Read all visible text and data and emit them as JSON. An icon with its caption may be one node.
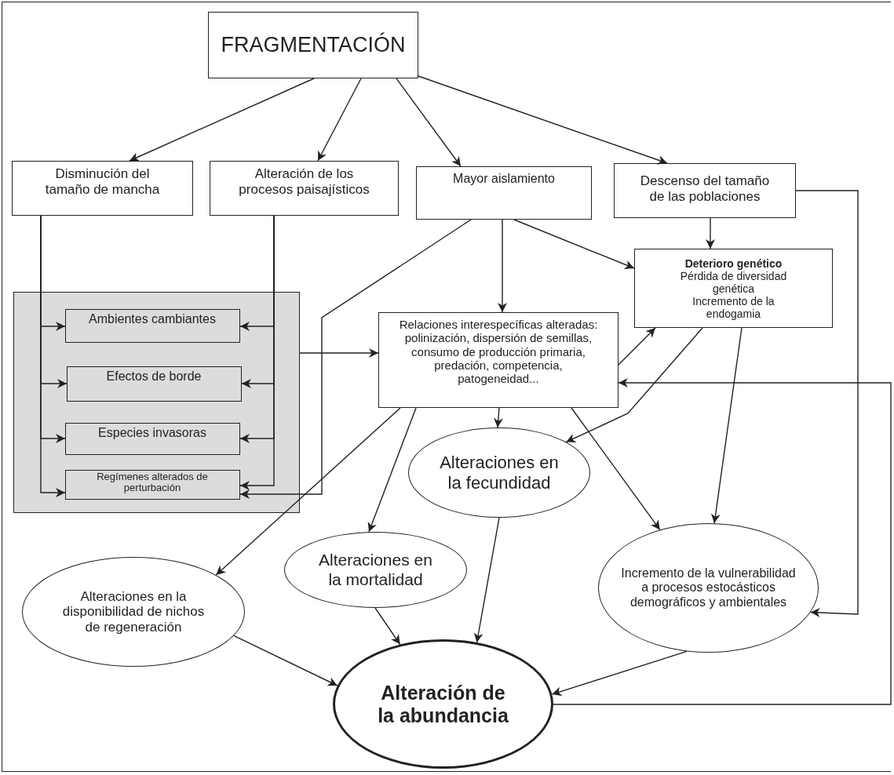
{
  "diagram": {
    "nodes": [
      {
        "text": [
          "FRAGMENTACIÓN"
        ]
      },
      {
        "text": [
          "Disminución del tamaño de mancha"
        ]
      },
      {
        "text": [
          "Alteración de los procesos paisajísticos"
        ]
      },
      {
        "text": [
          "Mayor aislamiento"
        ]
      },
      {
        "text": [
          "Descenso del tamaño de las poblaciones"
        ]
      },
      {
        "text": [],
        "shape": "box"
      },
      {
        "text": [
          "Ambientes cambiantes"
        ],
        "in": 5
      },
      {
        "text": [
          "Efectos de borde"
        ],
        "in": 5
      },
      {
        "text": [
          "Especies invasoras"
        ],
        "in": 5
      },
      {
        "text": [
          "Regímenes alterados de perturbación"
        ],
        "in": 5
      },
      {
        "text": [
          "Relaciones interespecíficas alteradas: polinización, dispersión de semillas, consumo de producción primaria, predación, competencia, patogeneidad..."
        ]
      },
      {
        "text": [
          "Deterioro genético",
          "Pérdida de diversidad genética",
          "Incremento de la endogamia"
        ]
      },
      {
        "text": [
          "Alteraciones en la fecundidad"
        ]
      },
      {
        "text": [
          "Alteraciones en la mortalidad"
        ]
      },
      {
        "text": [
          "Alteraciones en la disponibilidad de nichos de regeneración"
        ]
      },
      {
        "text": [
          "Incremento de la vulnerabilidad a procesos estocásticos demográficos y ambientales"
        ]
      },
      {
        "text": [
          "Alteración de la abundancia"
        ]
      }
    ],
    "edges": [
      {
        "from": 0,
        "to": 1,
        "arrow": "to"
      },
      {
        "from": 0,
        "to": 2,
        "arrow": "to"
      },
      {
        "from": 0,
        "to": 3,
        "arrow": "to"
      },
      {
        "from": 0,
        "to": 4,
        "arrow": "to"
      },
      {
        "from": 1,
        "to": 6,
        "arrow": "to"
      },
      {
        "from": 1,
        "to": 7,
        "arrow": "to"
      },
      {
        "from": 1,
        "to": 8,
        "arrow": "to"
      },
      {
        "from": 1,
        "to": 9,
        "arrow": "to"
      },
      {
        "from": 2,
        "to": 6,
        "arrow": "to"
      },
      {
        "from": 2,
        "to": 7,
        "arrow": "to"
      },
      {
        "from": 2,
        "to": 8,
        "arrow": "to"
      },
      {
        "from": 2,
        "to": 9,
        "arrow": "to"
      },
      {
        "from": 5,
        "to": 10,
        "arrow": "to"
      },
      {
        "from": 3,
        "to": 9,
        "arrow": "to"
      },
      {
        "from": 3,
        "to": 10,
        "arrow": "to"
      },
      {
        "from": 3,
        "to": 11,
        "arrow": "to"
      },
      {
        "from": 4,
        "to": 11,
        "arrow": "to"
      },
      {
        "from": 4,
        "to": 15,
        "arrow": "to"
      },
      {
        "from": 10,
        "to": 11,
        "arrow": "to"
      },
      {
        "from": 11,
        "to": 12,
        "arrow": "to"
      },
      {
        "from": 11,
        "to": 15,
        "arrow": "to"
      },
      {
        "from": 10,
        "to": 12,
        "arrow": "to"
      },
      {
        "from": 10,
        "to": 13,
        "arrow": "to"
      },
      {
        "from": 10,
        "to": 14,
        "arrow": "to"
      },
      {
        "from": 10,
        "to": 15,
        "arrow": "to"
      },
      {
        "from": 12,
        "to": 16,
        "arrow": "to"
      },
      {
        "from": 13,
        "to": 16,
        "arrow": "to"
      },
      {
        "from": 14,
        "to": 16,
        "arrow": "to"
      },
      {
        "from": 15,
        "to": 16,
        "arrow": "to"
      },
      {
        "from": 16,
        "to": 10,
        "arrow": "to"
      }
    ]
  }
}
